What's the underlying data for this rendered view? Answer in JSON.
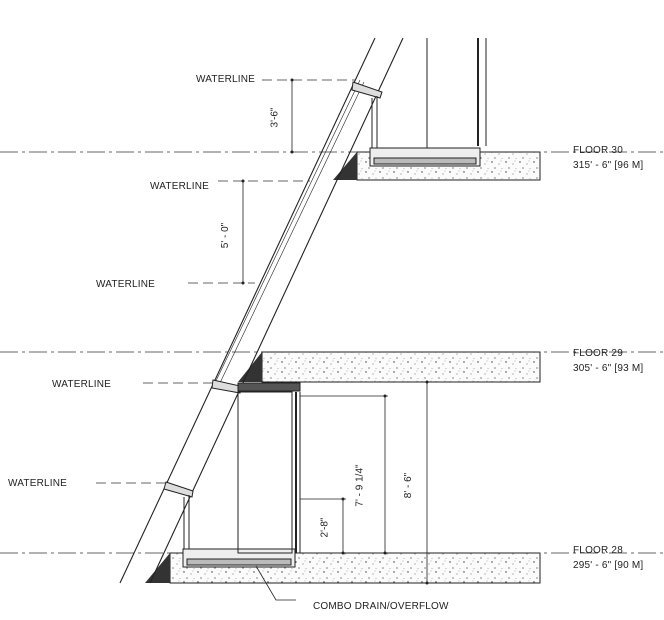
{
  "waterlines": [
    "WATERLINE",
    "WATERLINE",
    "WATERLINE",
    "WATERLINE",
    "WATERLINE"
  ],
  "floors": [
    {
      "name": "FLOOR 30",
      "elevation": "315' - 6\" [96 M]"
    },
    {
      "name": "FLOOR 29",
      "elevation": "305' - 6\" [93 M]"
    },
    {
      "name": "FLOOR 28",
      "elevation": "295' - 6\" [90 M]"
    }
  ],
  "dimensions": {
    "d1": "3'-6\"",
    "d2": "5' - 0\"",
    "d3": "7' - 9 1/4\"",
    "d4": "8' - 6\"",
    "d5": "2'-8\""
  },
  "callout": "COMBO DRAIN/OVERFLOW"
}
